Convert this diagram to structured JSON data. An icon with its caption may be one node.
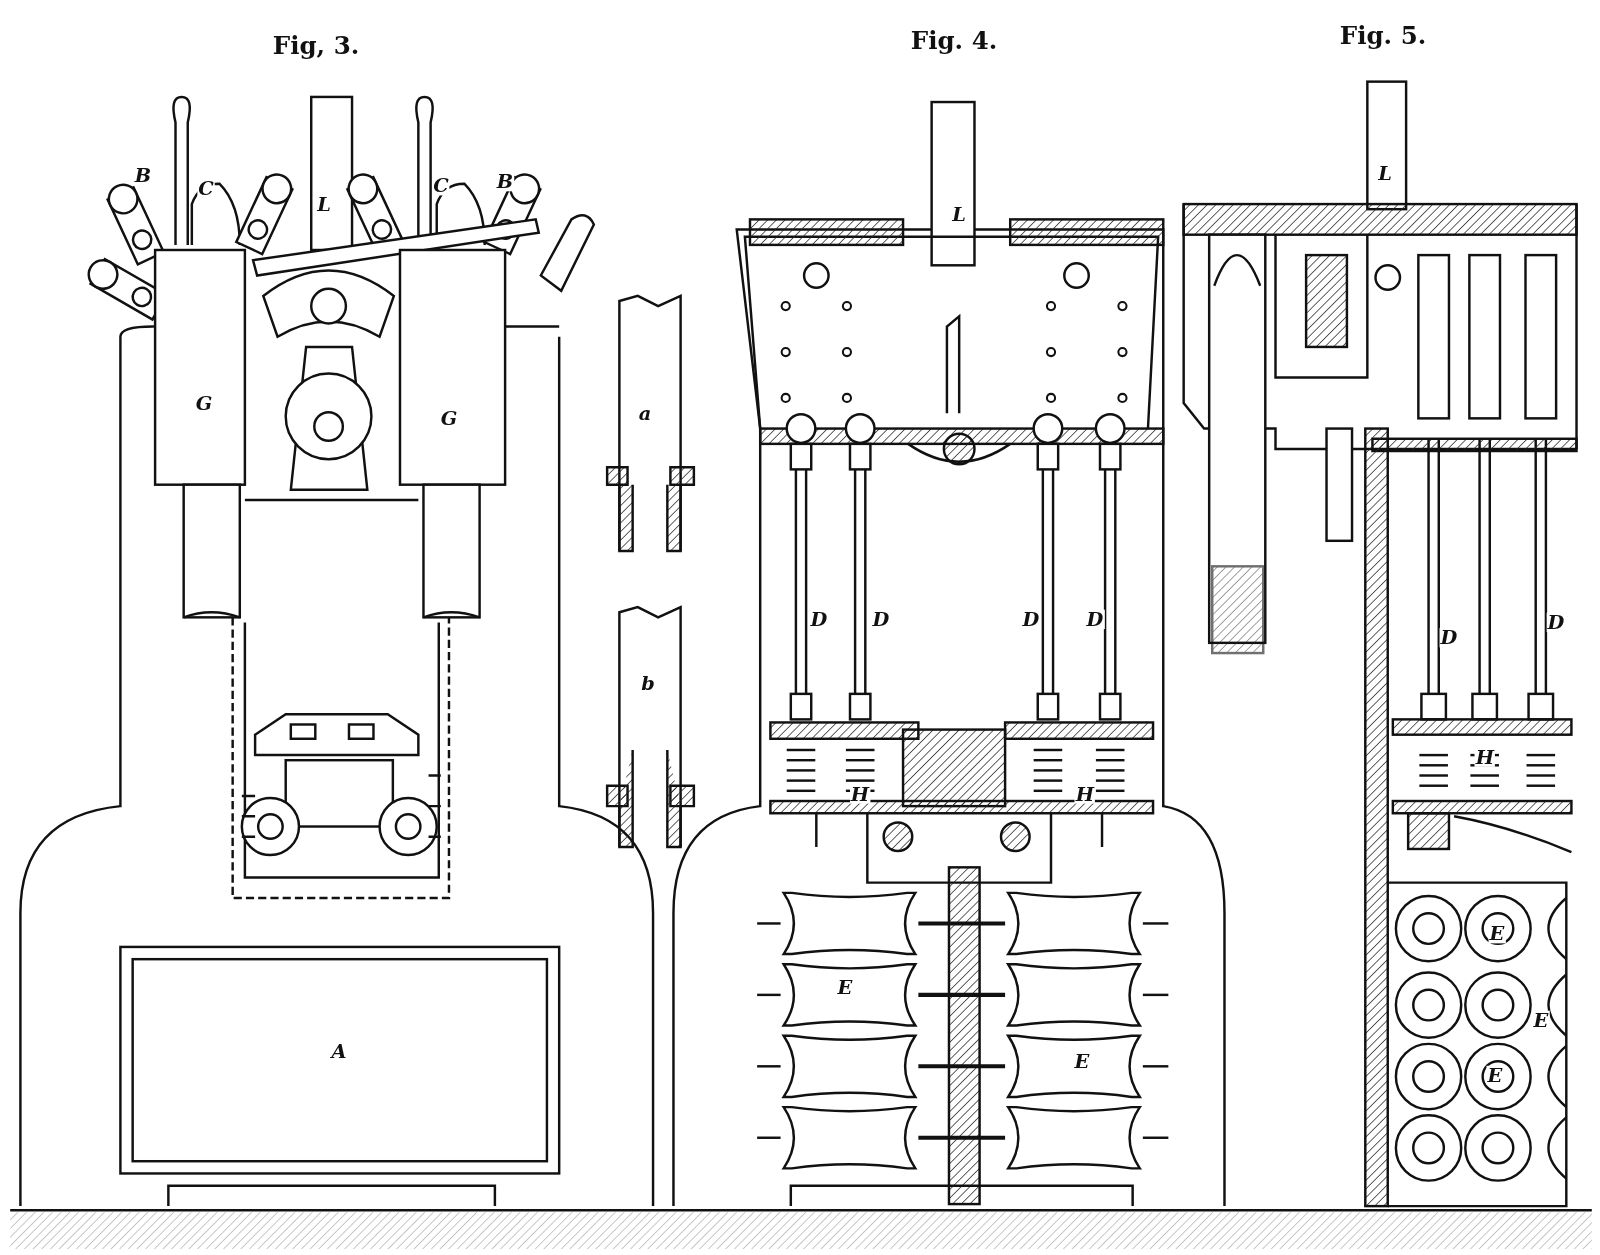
{
  "diagram": {
    "labels": [
      "Fig, 3.",
      "Fig. 4.",
      "Fig. 5.",
      "B",
      "C",
      "L",
      "C",
      "B",
      "G",
      "G",
      "A",
      "a",
      "b",
      "L",
      "D",
      "D",
      "D",
      "D",
      "H",
      "H",
      "E",
      "E",
      "L",
      "D",
      "D",
      "H",
      "E",
      "E",
      "E"
    ]
  }
}
